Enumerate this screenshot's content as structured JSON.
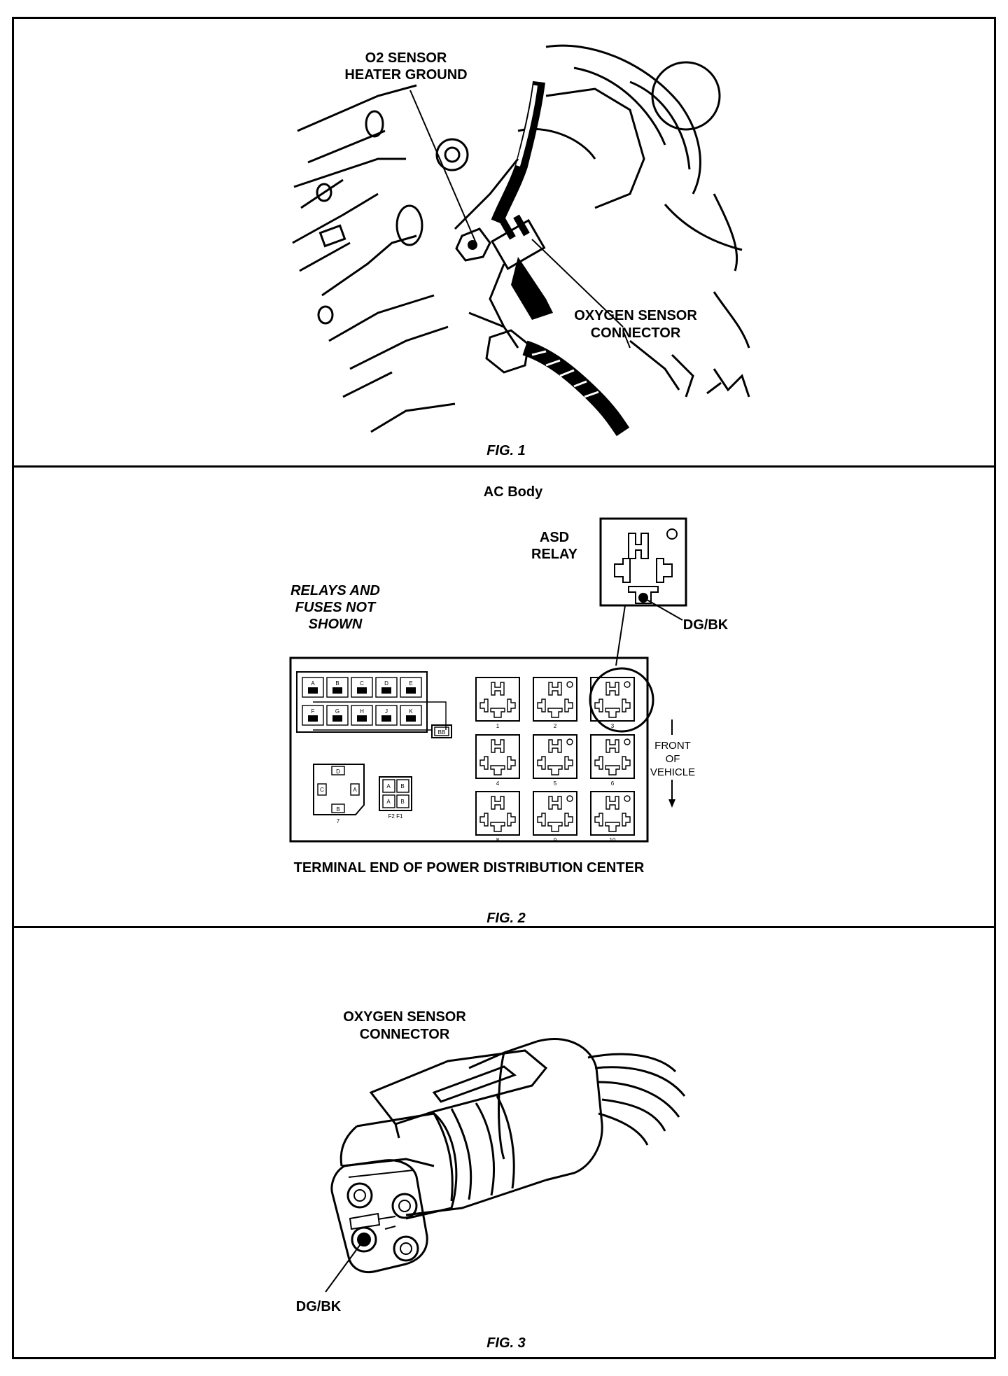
{
  "fig1": {
    "caption": "FIG. 1",
    "label_ground_line1": "O2 SENSOR",
    "label_ground_line2": "HEATER GROUND",
    "label_connector_line1": "OXYGEN SENSOR",
    "label_connector_line2": "CONNECTOR"
  },
  "fig2": {
    "caption": "FIG. 2",
    "title": "AC Body",
    "asd_line1": "ASD",
    "asd_line2": "RELAY",
    "wire_label": "DG/BK",
    "note_line1": "RELAYS AND",
    "note_line2": "FUSES NOT",
    "note_line3": "SHOWN",
    "front_line1": "FRONT",
    "front_line2": "OF",
    "front_line3": "VEHICLE",
    "pdc_label": "TERMINAL END OF POWER DISTRIBUTION CENTER",
    "fuse_letters_top": [
      "A",
      "B",
      "C",
      "D",
      "E"
    ],
    "fuse_letters_bottom": [
      "F",
      "G",
      "H",
      "J",
      "K"
    ],
    "bb_label": "BB",
    "relay_numbers": [
      "1",
      "2",
      "3",
      "4",
      "5",
      "6",
      "8",
      "9",
      "10"
    ],
    "socket7_number": "7",
    "socket7_pins": [
      "D",
      "C",
      "A",
      "B"
    ],
    "f_block_letters": [
      "A",
      "B",
      "A",
      "B"
    ],
    "f_block_labels": "F2  F1"
  },
  "fig3": {
    "caption": "FIG. 3",
    "label_line1": "OXYGEN SENSOR",
    "label_line2": "CONNECTOR",
    "wire_label": "DG/BK"
  }
}
